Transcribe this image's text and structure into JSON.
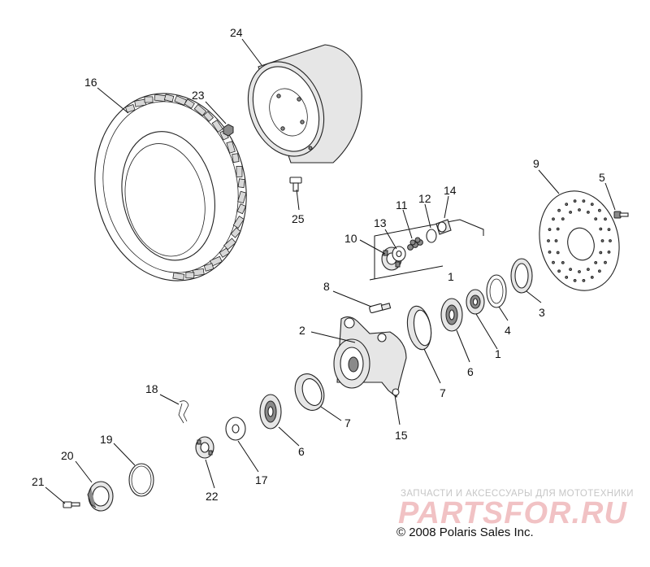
{
  "callouts": {
    "n1": "1",
    "n1b": "1",
    "n2": "2",
    "n3": "3",
    "n4": "4",
    "n5": "5",
    "n6": "6",
    "n6b": "6",
    "n7": "7",
    "n7b": "7",
    "n8": "8",
    "n9": "9",
    "n10": "10",
    "n11": "11",
    "n12": "12",
    "n13": "13",
    "n14": "14",
    "n15": "15",
    "n16": "16",
    "n17": "17",
    "n18": "18",
    "n19": "19",
    "n20": "20",
    "n21": "21",
    "n22": "22",
    "n23": "23",
    "n24": "24",
    "n25": "25"
  },
  "watermark": {
    "subtitle": "ЗАПЧАСТИ И АКСЕССУАРЫ ДЛЯ МОТОТЕХНИКИ",
    "logo": "PARTSFOR.RU"
  },
  "copyright": "© 2008 Polaris Sales Inc."
}
